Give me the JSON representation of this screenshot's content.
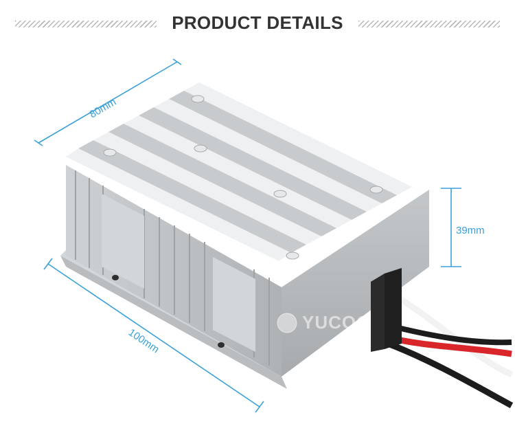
{
  "header": {
    "title": "PRODUCT DETAILS"
  },
  "dimensions": {
    "width": "80mm",
    "length": "100mm",
    "height": "39mm"
  },
  "watermark": {
    "text": "YUCOO"
  },
  "colors": {
    "accent": "#3aa0d8",
    "title": "#333333",
    "aluminium": "#c9ccce",
    "wire_red": "#d8262a",
    "wire_black": "#1c1c1c"
  }
}
